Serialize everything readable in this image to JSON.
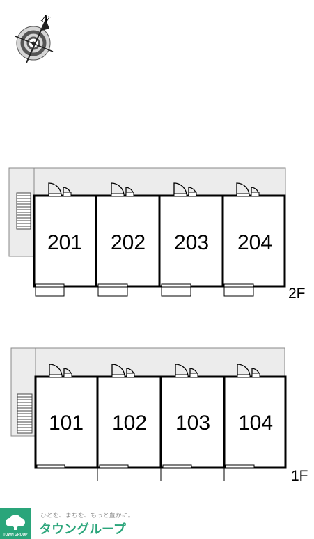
{
  "compass": {
    "north_label": "N"
  },
  "floors": [
    {
      "label": "2F",
      "units": [
        "201",
        "202",
        "203",
        "204"
      ]
    },
    {
      "label": "1F",
      "units": [
        "101",
        "102",
        "103",
        "104"
      ]
    }
  ],
  "footer": {
    "logo_text": "TOWN GROUP",
    "tagline": "ひとを、まちを、もっと豊かに。",
    "brand": "タウングループ"
  },
  "colors": {
    "wall": "#000000",
    "walkway": "#ececec",
    "brand_green": "#2aa57a",
    "tagline_gray": "#8a8a8a"
  }
}
